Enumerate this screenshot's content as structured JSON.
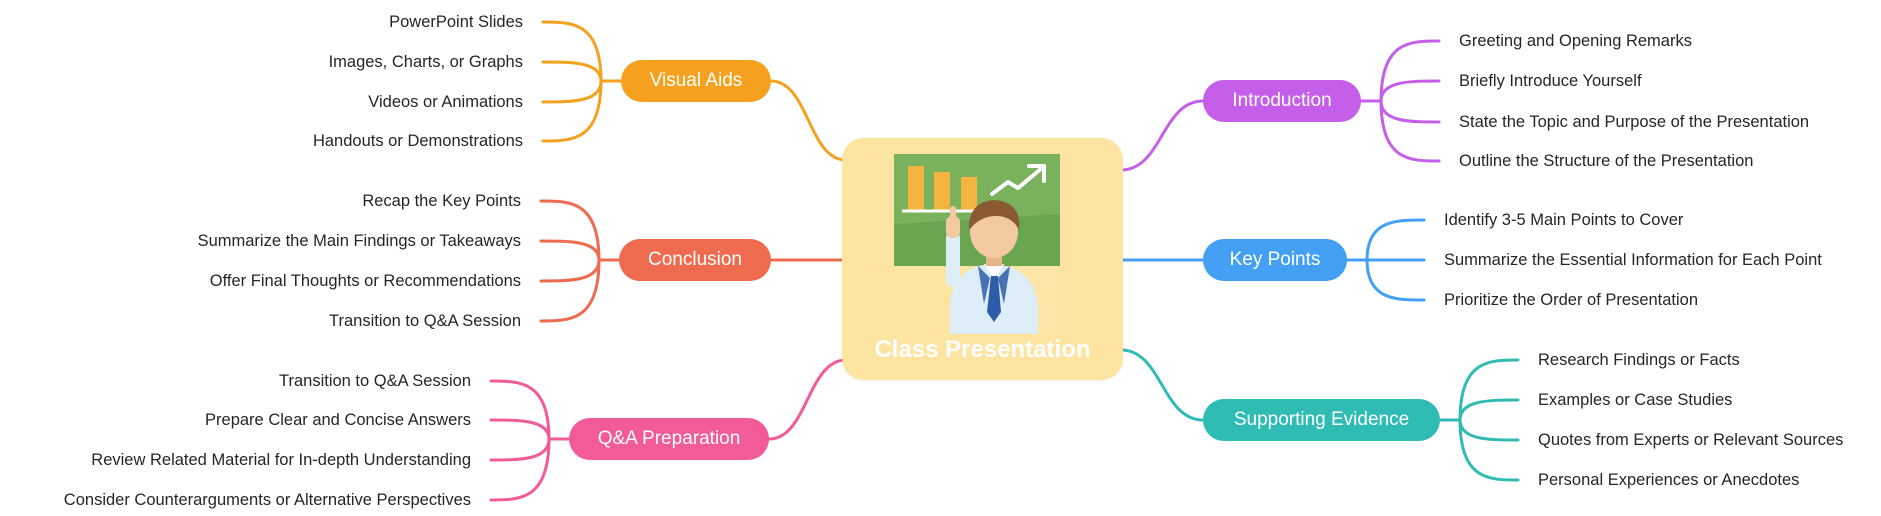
{
  "center": {
    "title": "Class Presentation",
    "illustration_icon": "teacher-at-chalkboard-icon",
    "color": "#fde4a0"
  },
  "branches": [
    {
      "key": "visual-aids",
      "label": "Visual Aids",
      "color": "#f5a11f",
      "side": "left",
      "children": [
        "PowerPoint Slides",
        "Images, Charts, or Graphs",
        "Videos or Animations",
        "Handouts or Demonstrations"
      ]
    },
    {
      "key": "conclusion",
      "label": "Conclusion",
      "color": "#ef6b50",
      "side": "left",
      "children": [
        "Recap the Key Points",
        "Summarize the Main Findings or Takeaways",
        "Offer Final Thoughts or Recommendations",
        "Transition to Q&A Session"
      ]
    },
    {
      "key": "qa-preparation",
      "label": "Q&A Preparation",
      "color": "#f35a98",
      "side": "left",
      "children": [
        "Transition to Q&A Session",
        "Prepare Clear and Concise Answers",
        "Review Related Material for In-depth Understanding",
        "Consider Counterarguments or Alternative Perspectives"
      ]
    },
    {
      "key": "introduction",
      "label": "Introduction",
      "color": "#c55ee9",
      "side": "right",
      "children": [
        "Greeting and Opening Remarks",
        "Briefly Introduce Yourself",
        "State the Topic and Purpose of the Presentation",
        "Outline the Structure of the Presentation"
      ]
    },
    {
      "key": "key-points",
      "label": "Key Points",
      "color": "#44a0f5",
      "side": "right",
      "children": [
        "Identify 3-5 Main Points to Cover",
        "Summarize the Essential Information for Each Point",
        "Prioritize the Order of Presentation"
      ]
    },
    {
      "key": "supporting-evidence",
      "label": "Supporting Evidence",
      "color": "#2fbcb4",
      "side": "right",
      "children": [
        "Research Findings or Facts",
        "Examples or Case Studies",
        "Quotes from Experts or Relevant Sources",
        "Personal Experiences or Anecdotes"
      ]
    }
  ]
}
